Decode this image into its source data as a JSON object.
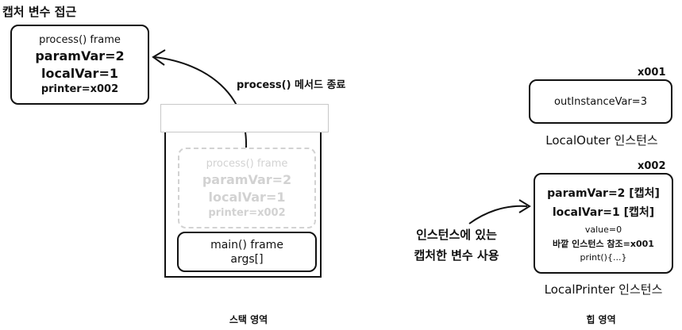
{
  "title": "캡처 변수 접근",
  "captured_frame": {
    "lines": [
      "process() frame",
      "paramVar=2",
      "localVar=1",
      "printer=x002"
    ]
  },
  "arrow_label": "process() 메서드 종료",
  "stack": {
    "ghost_frame_lines": [
      "process() frame",
      "paramVar=2",
      "localVar=1",
      "printer=x002"
    ],
    "main_frame_lines": [
      "main() frame",
      "args[]"
    ],
    "caption": "스택 영역"
  },
  "heap": {
    "outer": {
      "address": "x001",
      "field": "outInstanceVar=3",
      "caption": "LocalOuter 인스턴스"
    },
    "printer": {
      "address": "x002",
      "lines_bold": [
        "paramVar=2 [캡처]",
        "localVar=1 [캡처]"
      ],
      "lines": [
        "value=0",
        "바깥 인스턴스 참조=x001",
        "print(){...}"
      ],
      "caption": "LocalPrinter 인스턴스"
    },
    "caption": "힙 영역"
  },
  "note_lines": [
    "인스턴스에 있는",
    "캡처한 변수 사용"
  ]
}
